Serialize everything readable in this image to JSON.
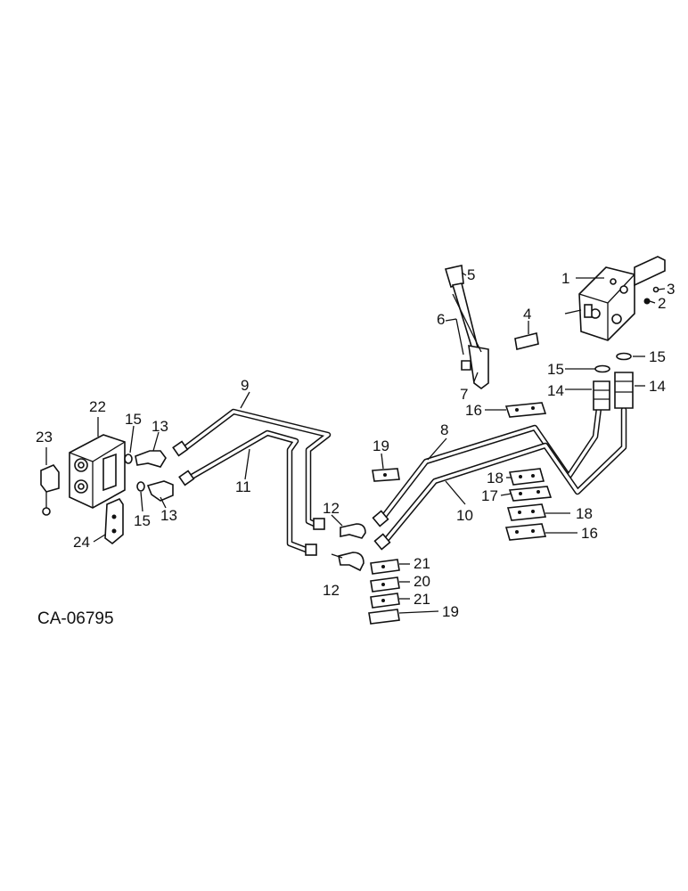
{
  "reference_code": "CA-06795",
  "callouts": [
    "1",
    "2",
    "3",
    "4",
    "5",
    "6",
    "7",
    "8",
    "9",
    "10",
    "11",
    "12",
    "13",
    "14",
    "15",
    "16",
    "17",
    "18",
    "19",
    "20",
    "21",
    "22",
    "23",
    "24"
  ]
}
